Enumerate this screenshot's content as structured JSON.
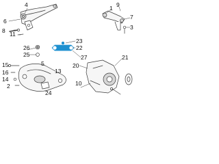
{
  "colors": {
    "line": "#3a3a3a",
    "part_fill": "#f6f6f6",
    "part_shade": "#d6d6d6",
    "highlight": "#1e90d0"
  },
  "callouts": {
    "c1": "1",
    "c2": "2",
    "c3": "3",
    "c4": "4",
    "c5": "5",
    "c6": "6",
    "c7": "7",
    "c8": "8",
    "c9": "9",
    "c10": "10",
    "c11": "11",
    "c13": "13",
    "c14": "14",
    "c15": "15",
    "c16": "16",
    "c20": "20",
    "c21": "21",
    "c22": "22",
    "c23": "23",
    "c24": "24",
    "c25": "25",
    "c26": "26",
    "c27": "27"
  }
}
